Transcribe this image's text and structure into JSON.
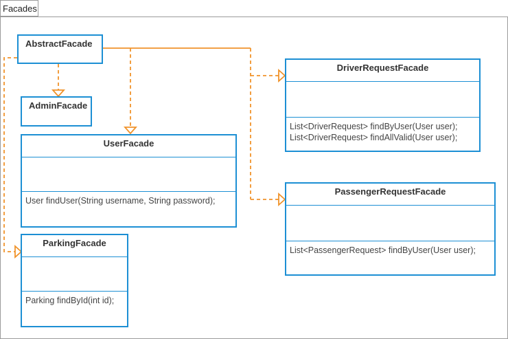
{
  "package": {
    "title": "Facades"
  },
  "classes": {
    "abstract_facade": {
      "name": "AbstractFacade",
      "operations": []
    },
    "admin_facade": {
      "name": "AdminFacade",
      "operations": []
    },
    "user_facade": {
      "name": "UserFacade",
      "operations": [
        "User findUser(String username, String password);"
      ]
    },
    "parking_facade": {
      "name": "ParkingFacade",
      "operations": [
        "Parking findById(int id);"
      ]
    },
    "driver_request_facade": {
      "name": "DriverRequestFacade",
      "operations": [
        "List<DriverRequest> findByUser(User user);",
        "List<DriverRequest> findAllValid(User user);"
      ]
    },
    "passenger_request_facade": {
      "name": "PassengerRequestFacade",
      "operations": [
        "List<PassengerRequest> findByUser(User user);"
      ]
    }
  },
  "colors": {
    "class_border": "#1c8fd4",
    "relation": "#f0932b",
    "frame": "#9a9a9a"
  }
}
